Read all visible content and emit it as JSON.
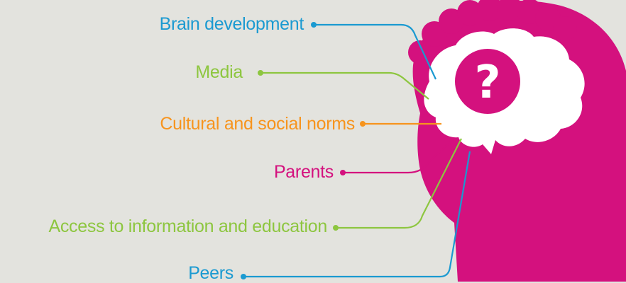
{
  "colors": {
    "background": "#e3e3de",
    "head": "#d4117e",
    "brain": "#ffffff",
    "blue": "#1b9ad1",
    "green": "#8dc63f",
    "orange": "#f7941d",
    "magenta": "#d4117e"
  },
  "icon": {
    "name": "question-mark-icon",
    "glyph": "?"
  },
  "influences": [
    {
      "key": "brain",
      "label": "Brain development",
      "color": "blue"
    },
    {
      "key": "media",
      "label": "Media",
      "color": "green"
    },
    {
      "key": "norms",
      "label": "Cultural and social norms",
      "color": "orange"
    },
    {
      "key": "parents",
      "label": "Parents",
      "color": "magenta"
    },
    {
      "key": "access",
      "label": "Access to information and education",
      "color": "green"
    },
    {
      "key": "peers",
      "label": "Peers",
      "color": "blue"
    }
  ]
}
